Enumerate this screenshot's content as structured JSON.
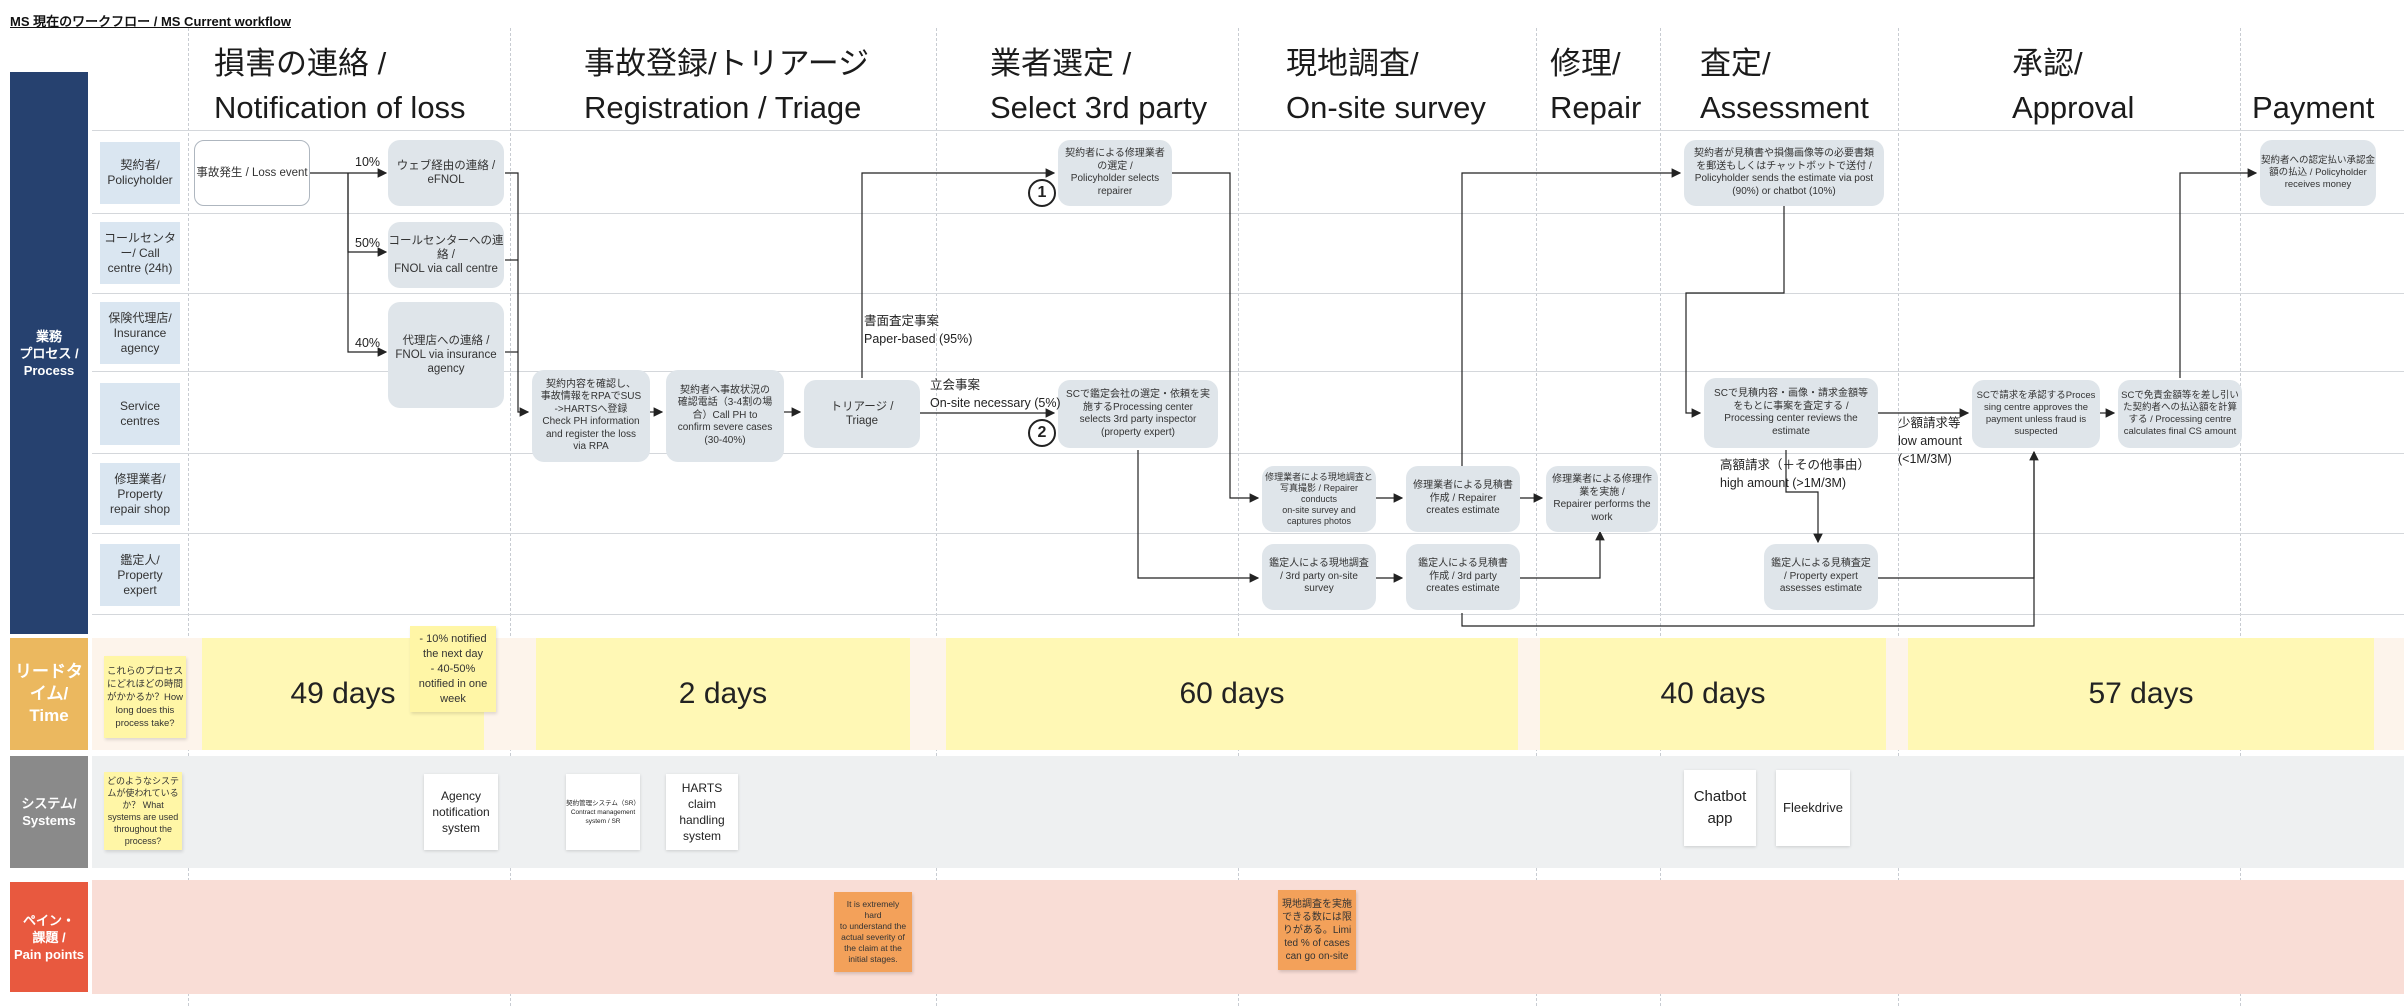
{
  "frame_title": "MS 現在のワークフロー / MS Current workflow",
  "phases": {
    "notification": "損害の連絡 /\nNotification of loss",
    "registration": "事故登録/トリアージ\nRegistration / Triage",
    "select": "業者選定 /\nSelect 3rd party",
    "survey": "現地調査/\nOn-site survey",
    "repair": "修理/\nRepair",
    "assessment": "査定/\nAssessment",
    "approval": "承認/\nApproval",
    "payment": "Payment"
  },
  "categories": {
    "process": "業務\nプロセス /\nProcess",
    "time": "リードタ\nイム/\nTime",
    "systems": "システム/\nSystems",
    "pain": "ペイン・\n課題 /\nPain points"
  },
  "roles": {
    "policyholder": "契約者/\nPolicyholder",
    "call_centre": "コールセンタ\nー/ Call\ncentre (24h)",
    "agency": "保険代理店/\nInsurance\nagency",
    "service": "Service\ncentres",
    "repair_shop": "修理業者/\nProperty\nrepair shop",
    "expert": "鑑定人/\nProperty\nexpert"
  },
  "nodes": {
    "loss_event": "事故発生 / Loss event",
    "efnol": "ウェブ経由の連絡 /\neFNOL",
    "call_fnol": "コールセンターへの連\n絡 /\nFNOL via call centre",
    "agency_fnol": "代理店への連絡 /\nFNOL via insurance\nagency",
    "rpa": "契約内容を確認し、\n事故情報をRPAでSUS\n->HARTSへ登録\nCheck PH information\nand register the loss\nvia RPA",
    "confirm": "契約者へ事故状況の\n確認電話（3-4割の場\n合）Call PH to\nconfirm severe cases\n(30-40%)",
    "triage": "トリアージ /\nTriage",
    "ph_select": "契約者による修理業者\nの選定 /\nPolicyholder selects\nrepairer",
    "sc_select": "SCで鑑定会社の選定・依頼を実\n施するProcessing center\nselects 3rd party inspector\n(property expert)",
    "repairer_survey": "修理業者による現地調査と\n写真撮影 / Repairer\nconducts\non-site survey and\ncaptures photos",
    "expert_survey": "鑑定人による現地調査\n/ 3rd party on-site\nsurvey",
    "repairer_estimate": "修理業者による見積書\n作成 / Repairer\ncreates estimate",
    "expert_estimate": "鑑定人による見積書\n作成 / 3rd party\ncreates estimate",
    "repair_work": "修理業者による修理作\n業を実施 /\nRepairer performs the\nwork",
    "ph_send": "契約者が見積書や損傷画像等の必要書類\nを郵送もしくはチャットボットで送付 /\nPolicyholder sends the estimate via post\n(90%) or chatbot (10%)",
    "sc_review": "SCで見積内容・画像・請求金額等\nをもとに事案を査定する /\nProcessing center reviews the\nestimate",
    "expert_assess": "鑑定人による見積査定\n/ Property expert\nassesses estimate",
    "sc_approve": "SCで請求を承認するProces\nsing centre approves the\npayment unless fraud is\nsuspected",
    "sc_calc": "SCで免責金額等を差し引い\nた契約者への払込額を計算\nする / Processing centre\ncalculates final CS amount",
    "ph_receive": "契約者への認定払い承認金\n額の払込 / Policyholder\nreceives money"
  },
  "labels": {
    "pct10": "10%",
    "pct50": "50%",
    "pct40": "40%",
    "paper": "書面査定事案\nPaper-based (95%)",
    "onsite": "立会事案\nOn-site necessary (5%)",
    "high": "高額請求（＋その他事由）\nhigh amount (>1M/3M)",
    "low": "少額請求等\nlow amount\n(<1M/3M)",
    "circle1": "1",
    "circle2": "2"
  },
  "time": {
    "question": "これらのプロセス\nにどれほどの時間\nがかかるか？How\nlong does this\nprocess take?",
    "note": "- 10% notified\nthe next day\n- 40-50%\nnotified in one\nweek",
    "d1": "49 days",
    "d2": "2 days",
    "d3": "60 days",
    "d4": "40 days",
    "d5": "57 days"
  },
  "systems": {
    "question": "どのようなシステ\nムが使われている\nか？ What\nsystems are used\nthroughout the\nprocess?",
    "agency": "Agency\nnotification\nsystem",
    "contract": "契約管理システム（SR）\nContract management\nsystem / SR",
    "harts": "HARTS\nclaim\nhandling\nsystem",
    "chatbot": "Chatbot\napp",
    "fleekdrive": "Fleekdrive"
  },
  "pain": {
    "p1": "It is extremely\nhard\nto understand the\nactual severity of\nthe claim at the\ninitial stages.",
    "p2": "現地調査を実施\nできる数には限\nりがある。Limi\nted % of cases\ncan go on-site"
  },
  "colors": {
    "process": "#26416f",
    "time": "#ebb85f",
    "systems": "#8a8a8a",
    "pain": "#e8593f",
    "role": "#dae6f1",
    "node": "#dfe5ea",
    "sticky": "#fff6a6",
    "pain_note": "#f3a15a"
  }
}
